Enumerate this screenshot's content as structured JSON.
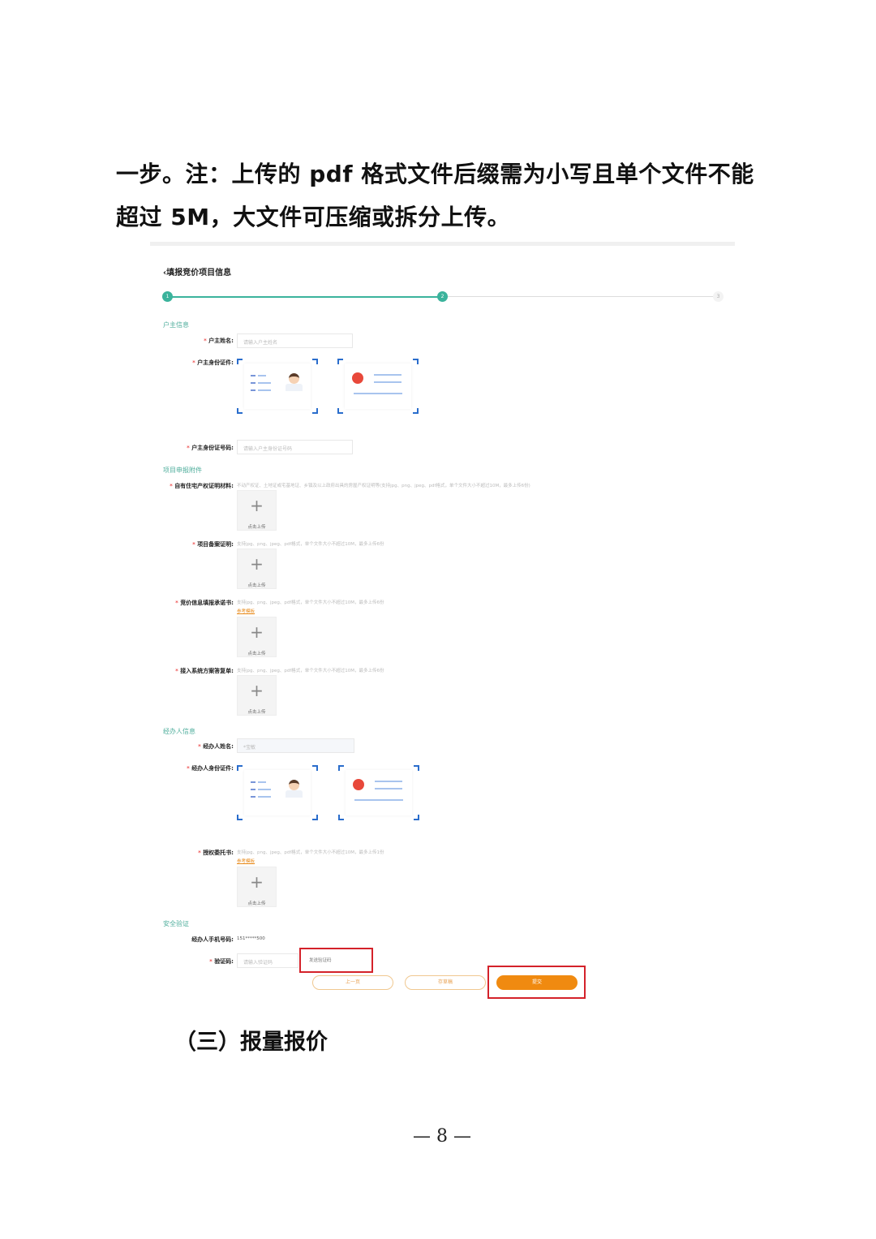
{
  "doc": {
    "line1": "一步。注：上传的 pdf 格式文件后缀需为小写且单个文件不能",
    "line2": "超过 5M，大文件可压缩或拆分上传。",
    "heading": "（三）报量报价",
    "page_number": "— 8 —"
  },
  "form": {
    "title": "填报竞价项目信息",
    "steps": [
      "1",
      "2",
      "3"
    ],
    "current_step": 2,
    "colors": {
      "accent": "#3bb39c",
      "submit": "#f08a10",
      "highlight": "#d4222a"
    },
    "owner": {
      "section": "户主信息",
      "name_label": "户主姓名:",
      "name_placeholder": "请输入户主姓名",
      "id_label": "户主身份证件:",
      "idno_label": "户主身份证号码:",
      "idno_placeholder": "请输入户主身份证号码"
    },
    "attachments": {
      "section": "项目申报附件",
      "upload_text": "点击上传",
      "template_link": "参考模板",
      "items": [
        {
          "label": "自有住宅产权证明材料:",
          "hint": "不动产权证、土地证或宅基地证、乡镇及以上政府出具的房屋产权证明等(支持jpg、png、jpeg、pdf格式，单个文件大小不超过10M，最多上传6份)"
        },
        {
          "label": "项目备案证明:",
          "hint": "支持jpg、png、jpeg、pdf格式，单个文件大小不超过10M，最多上传6份"
        },
        {
          "label": "竞价信息填报承诺书:",
          "hint": "支持jpg、png、jpeg、pdf格式，单个文件大小不超过10M，最多上传6份"
        },
        {
          "label": "接入系统方案答复单:",
          "hint": "支持jpg、png、jpeg、pdf格式，单个文件大小不超过10M，最多上传6份"
        }
      ]
    },
    "agent": {
      "section": "经办人信息",
      "name_label": "经办人姓名:",
      "name_value": "*宝敏",
      "id_label": "经办人身份证件:",
      "auth_label": "授权委托书:",
      "auth_hint": "支持jpg、png、jpeg、pdf格式，单个文件大小不超过10M，最多上传1份"
    },
    "security": {
      "section": "安全验证",
      "phone_label": "经办人手机号码:",
      "phone_value": "151*****500",
      "code_label": "验证码:",
      "code_placeholder": "请输入验证码",
      "send_code": "发送验证码"
    },
    "buttons": {
      "prev": "上一页",
      "draft": "存草稿",
      "submit": "提交"
    }
  }
}
